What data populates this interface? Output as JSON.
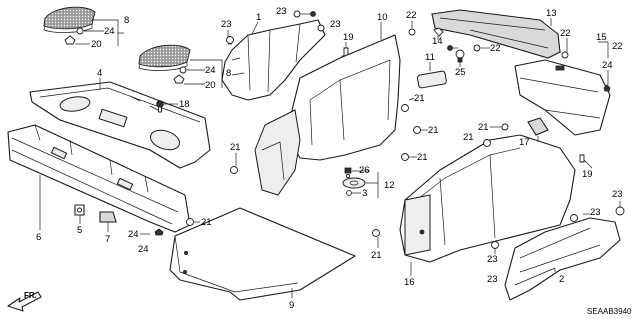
{
  "diagram_code": "SEAAB3940",
  "direction_label": "FR.",
  "callouts": {
    "c1": "1",
    "c2": "2",
    "c3": "3",
    "c4": "4",
    "c5": "5",
    "c6": "6",
    "c7": "7",
    "c8a": "8",
    "c8b": "8",
    "c9": "9",
    "c10": "10",
    "c11": "11",
    "c12": "12",
    "c13": "13",
    "c14": "14",
    "c15": "15",
    "c16": "16",
    "c17": "17",
    "c18": "18",
    "c19a": "19",
    "c19b": "19",
    "c20a": "20",
    "c20b": "20",
    "c21a": "21",
    "c21b": "21",
    "c21c": "21",
    "c21d": "21",
    "c21e": "21",
    "c21f": "21",
    "c21g": "21",
    "c21h": "21",
    "c22a": "22",
    "c22b": "22",
    "c22c": "22",
    "c22d": "22",
    "c23a": "23",
    "c23b": "23",
    "c23c": "23",
    "c23d": "23",
    "c23e": "23",
    "c23f": "23",
    "c23g": "23",
    "c24a": "24",
    "c24b": "24",
    "c24c": "24",
    "c24d": "24",
    "c24e": "24",
    "c25": "25",
    "c26": "26"
  }
}
